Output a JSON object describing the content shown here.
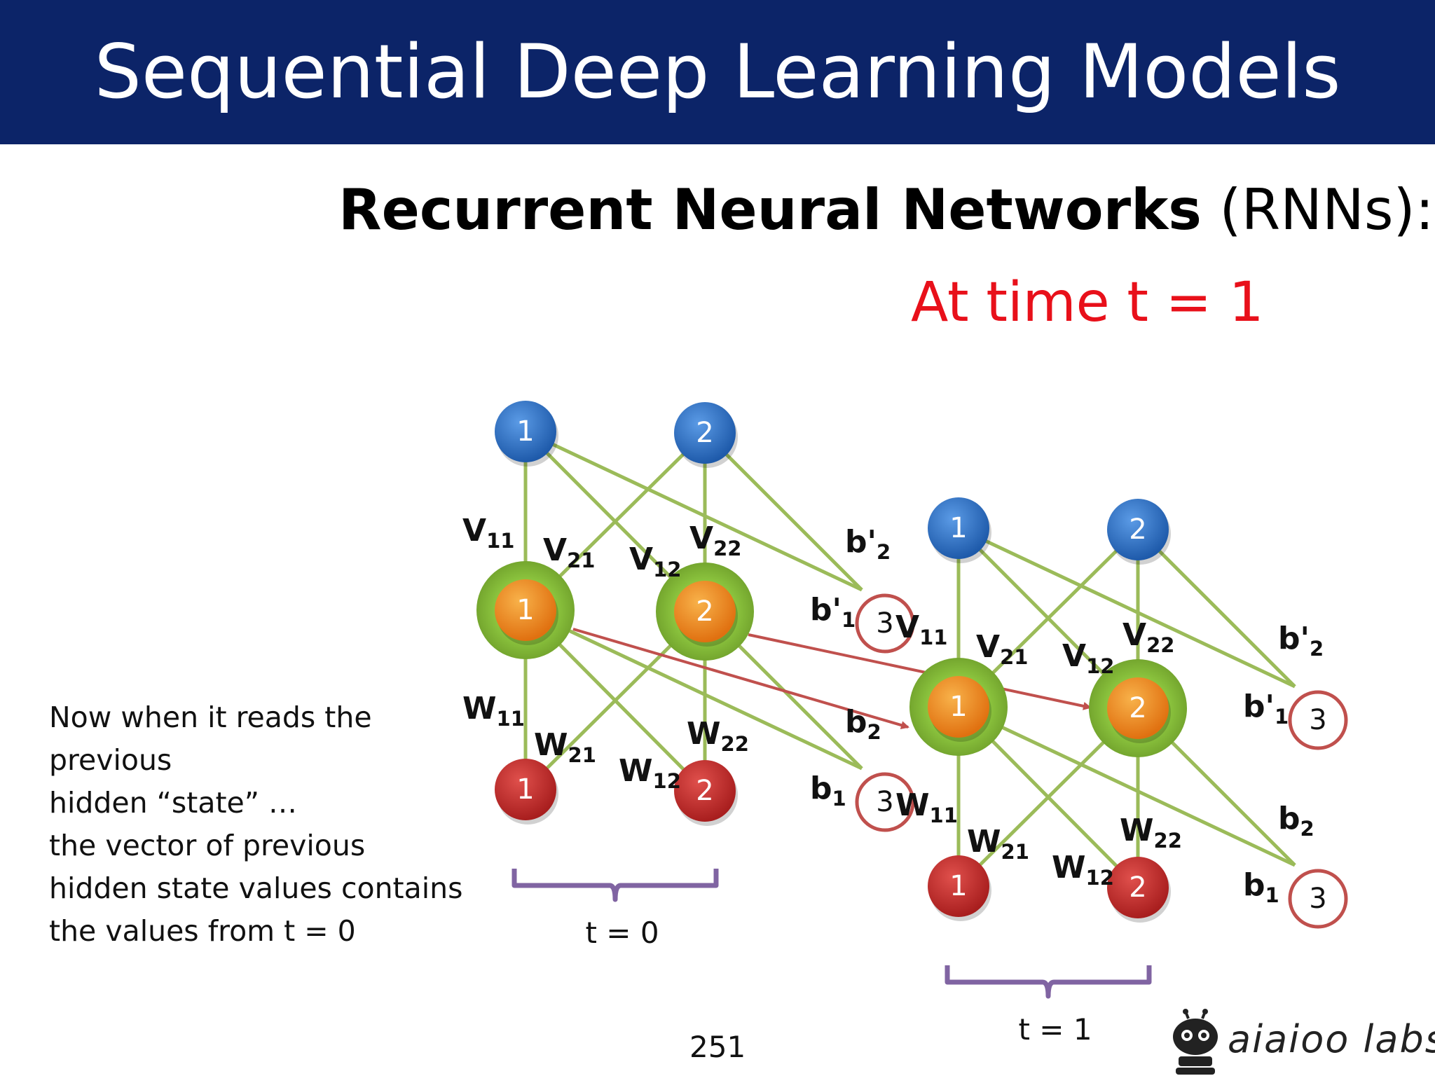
{
  "header": {
    "title": "Sequential Deep Learning Models",
    "background_color": "#0c2468"
  },
  "subtitle": {
    "bold": "Recurrent Neural Networks",
    "rest": " (RNNs):"
  },
  "time_label": "At time t = 1",
  "note_lines": [
    "Now when it reads the",
    "previous",
    "hidden “state” …",
    "the vector of previous",
    "hidden state values contains",
    "the values from t = 0"
  ],
  "diagram": {
    "colors": {
      "output_node": "#2f73c8",
      "hidden_node": "#f08c1e",
      "hidden_halo": "#8dc63f",
      "input_node": "#c62c2c",
      "bias_ring": "#c0504d",
      "edge": "#9bbb59",
      "recurrent_edge": "#c0504d",
      "bracket": "#8064a2"
    },
    "steps": [
      {
        "label": "t = 0",
        "output_nodes": [
          "1",
          "2"
        ],
        "hidden_nodes": [
          "1",
          "2"
        ],
        "input_nodes": [
          "1",
          "2"
        ],
        "bias_nodes": [
          "3",
          "3"
        ],
        "weight_labels": [
          {
            "base": "V",
            "sub": "11"
          },
          {
            "base": "V",
            "sub": "21"
          },
          {
            "base": "V",
            "sub": "12"
          },
          {
            "base": "V",
            "sub": "22"
          },
          {
            "base": "W",
            "sub": "11"
          },
          {
            "base": "W",
            "sub": "21"
          },
          {
            "base": "W",
            "sub": "12"
          },
          {
            "base": "W",
            "sub": "22"
          },
          {
            "base": "b'",
            "sub": "2"
          },
          {
            "base": "b'",
            "sub": "1"
          },
          {
            "base": "b",
            "sub": "2"
          },
          {
            "base": "b",
            "sub": "1"
          }
        ]
      },
      {
        "label": "t = 1",
        "output_nodes": [
          "1",
          "2"
        ],
        "hidden_nodes": [
          "1",
          "2"
        ],
        "input_nodes": [
          "1",
          "2"
        ],
        "bias_nodes": [
          "3",
          "3"
        ],
        "weight_labels": [
          {
            "base": "V",
            "sub": "11"
          },
          {
            "base": "V",
            "sub": "21"
          },
          {
            "base": "V",
            "sub": "12"
          },
          {
            "base": "V",
            "sub": "22"
          },
          {
            "base": "W",
            "sub": "11"
          },
          {
            "base": "W",
            "sub": "21"
          },
          {
            "base": "W",
            "sub": "12"
          },
          {
            "base": "W",
            "sub": "22"
          },
          {
            "base": "b'",
            "sub": "2"
          },
          {
            "base": "b'",
            "sub": "1"
          },
          {
            "base": "b",
            "sub": "2"
          },
          {
            "base": "b",
            "sub": "1"
          }
        ]
      }
    ]
  },
  "page_number": "251",
  "logo": {
    "text": "aiaioo labs",
    "icon": "robot-logo-icon"
  }
}
